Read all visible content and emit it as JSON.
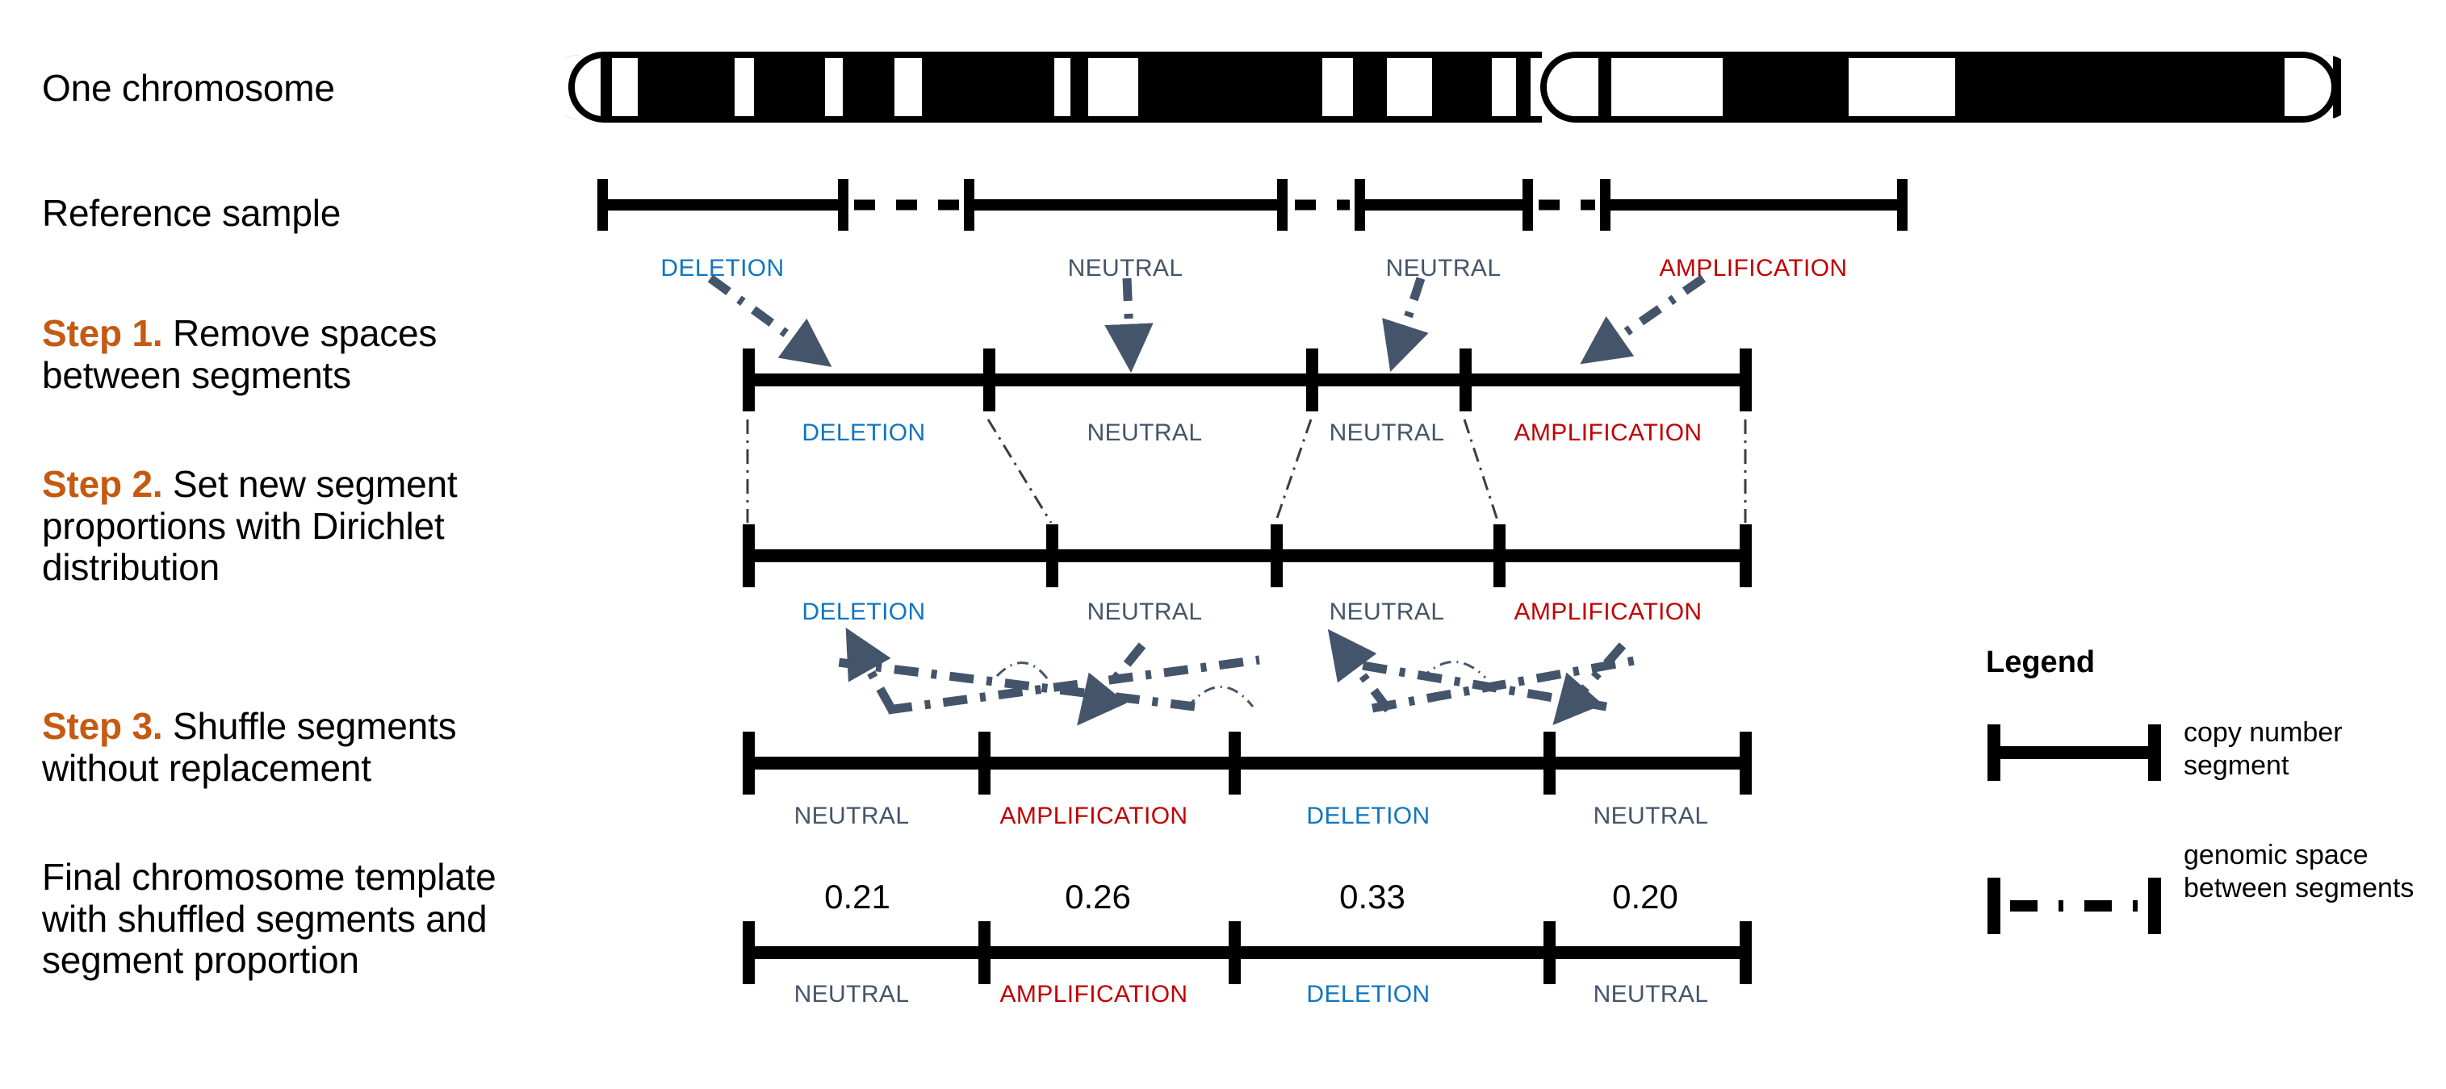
{
  "rows": {
    "chromosome_label": "One chromosome",
    "reference_label": "Reference sample",
    "step1_kw": "Step 1.",
    "step1_text": " Remove spaces",
    "step1_text2": "between segments",
    "step2_kw": "Step 2.",
    "step2_text": " Set new segment",
    "step2_text2": "proportions with Dirichlet",
    "step2_text3": "distribution",
    "step3_kw": "Step 3.",
    "step3_text": " Shuffle segments",
    "step3_text2": "without replacement",
    "final_text1": "Final chromosome template",
    "final_text2": "with shuffled segments and",
    "final_text3": "segment proportion"
  },
  "labels": {
    "deletion": "DELETION",
    "neutral": "NEUTRAL",
    "amplification": "AMPLIFICATION"
  },
  "colors": {
    "deletion": "#1075C2",
    "neutral": "#44546A",
    "amplification": "#C00000",
    "step_accent": "#C55A11",
    "bar": "#000000",
    "arrow": "#44546A"
  },
  "reference_row": {
    "segments": [
      {
        "type": "DELETION",
        "label": "DELETION",
        "color": "#1075C2"
      },
      {
        "type": "NEUTRAL",
        "label": "NEUTRAL",
        "color": "#44546A"
      },
      {
        "type": "NEUTRAL",
        "label": "NEUTRAL",
        "color": "#44546A"
      },
      {
        "type": "AMPLIFICATION",
        "label": "AMPLIFICATION",
        "color": "#C00000"
      }
    ]
  },
  "step1_row": {
    "segments": [
      {
        "label": "DELETION",
        "color": "#1075C2"
      },
      {
        "label": "NEUTRAL",
        "color": "#44546A"
      },
      {
        "label": "NEUTRAL",
        "color": "#44546A"
      },
      {
        "label": "AMPLIFICATION",
        "color": "#C00000"
      }
    ]
  },
  "step2_row": {
    "segments": [
      {
        "label": "DELETION",
        "color": "#1075C2"
      },
      {
        "label": "NEUTRAL",
        "color": "#44546A"
      },
      {
        "label": "NEUTRAL",
        "color": "#44546A"
      },
      {
        "label": "AMPLIFICATION",
        "color": "#C00000"
      }
    ]
  },
  "step3_row": {
    "segments": [
      {
        "label": "NEUTRAL",
        "color": "#44546A"
      },
      {
        "label": "AMPLIFICATION",
        "color": "#C00000"
      },
      {
        "label": "DELETION",
        "color": "#1075C2"
      },
      {
        "label": "NEUTRAL",
        "color": "#44546A"
      }
    ]
  },
  "final_row": {
    "proportions": [
      "0.21",
      "0.26",
      "0.33",
      "0.20"
    ],
    "segments": [
      {
        "label": "NEUTRAL",
        "color": "#44546A"
      },
      {
        "label": "AMPLIFICATION",
        "color": "#C00000"
      },
      {
        "label": "DELETION",
        "color": "#1075C2"
      },
      {
        "label": "NEUTRAL",
        "color": "#44546A"
      }
    ]
  },
  "legend": {
    "title": "Legend",
    "item1": "copy number\nsegment",
    "item2": "genomic space\nbetween segments",
    "item1_icon": "solid-segment-icon",
    "item2_icon": "dashed-gap-icon"
  },
  "chart_data": {
    "type": "table",
    "title": "Chromosome template generation procedure",
    "final_segment_proportions": [
      0.21,
      0.26,
      0.33,
      0.2
    ],
    "final_segment_types": [
      "NEUTRAL",
      "AMPLIFICATION",
      "DELETION",
      "NEUTRAL"
    ],
    "reference_segment_types": [
      "DELETION",
      "NEUTRAL",
      "NEUTRAL",
      "AMPLIFICATION"
    ]
  }
}
